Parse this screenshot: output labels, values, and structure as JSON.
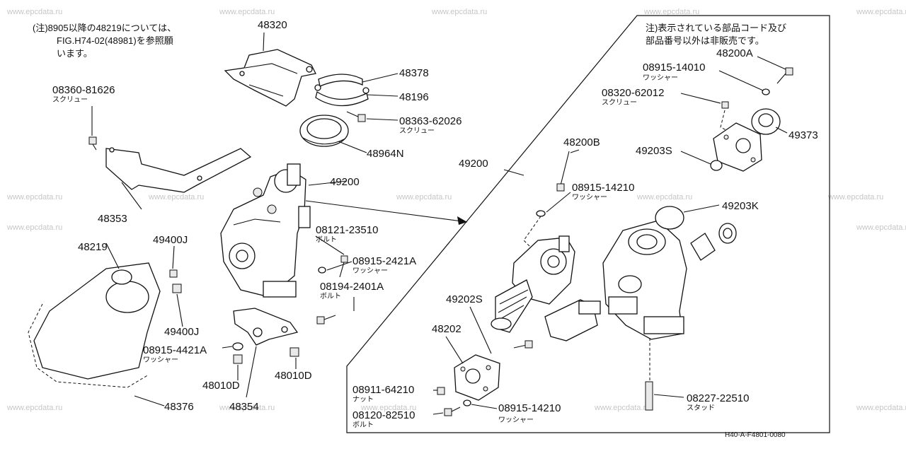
{
  "watermark": "www.epcdata.ru",
  "note_left": {
    "line1": "(注)8905以降の48219については、",
    "line2": "FIG.H74-02(48981)を参照願",
    "line3": "います。"
  },
  "note_right": {
    "line1": "注)表示されている部品コード及び",
    "line2": "部品番号以外は非販売です。"
  },
  "labels": {
    "p48320": "48320",
    "p48378": "48378",
    "p48196": "48196",
    "p08363_62026": "08363-62026",
    "p08363_62026_sub": "スクリュー",
    "p48964N": "48964N",
    "p08360_81626": "08360-81626",
    "p08360_81626_sub": "スクリュー",
    "p49200_left": "49200",
    "p48353": "48353",
    "p49400J_top": "49400J",
    "p48219": "48219",
    "p08121_23510": "08121-23510",
    "p08121_23510_sub": "ボルト",
    "p08915_2421A": "08915-2421A",
    "p08915_2421A_sub": "ワッシャー",
    "p08194_2401A": "08194-2401A",
    "p08194_2401A_sub": "ボルト",
    "p49400J_bot": "49400J",
    "p08915_4421A": "08915-4421A",
    "p08915_4421A_sub": "ワッシャー",
    "p48010D_left": "48010D",
    "p48010D_right": "48010D",
    "p48376": "48376",
    "p48354": "48354",
    "p49200_right": "49200",
    "p48200B": "48200B",
    "p08915_14210_top": "08915-14210",
    "p08915_14210_top_sub": "ワッシャー",
    "p49203K": "49203K",
    "p49202S": "49202S",
    "p48202": "48202",
    "p08911_64210": "08911-64210",
    "p08911_64210_sub": "ナット",
    "p08120_82510": "08120-82510",
    "p08120_82510_sub": "ボルト",
    "p08915_14210_bot": "08915-14210",
    "p08915_14210_bot_sub": "ワッシャー",
    "p08227_22510": "08227-22510",
    "p08227_22510_sub": "スタッド",
    "p48200A": "48200A",
    "p08915_14010": "08915-14010",
    "p08915_14010_sub": "ワッシャー",
    "p08320_62012": "08320-62012",
    "p08320_62012_sub": "スクリュー",
    "p49373": "49373",
    "p49203S": "49203S"
  },
  "figure_code": "H40-A-F4801-0080"
}
